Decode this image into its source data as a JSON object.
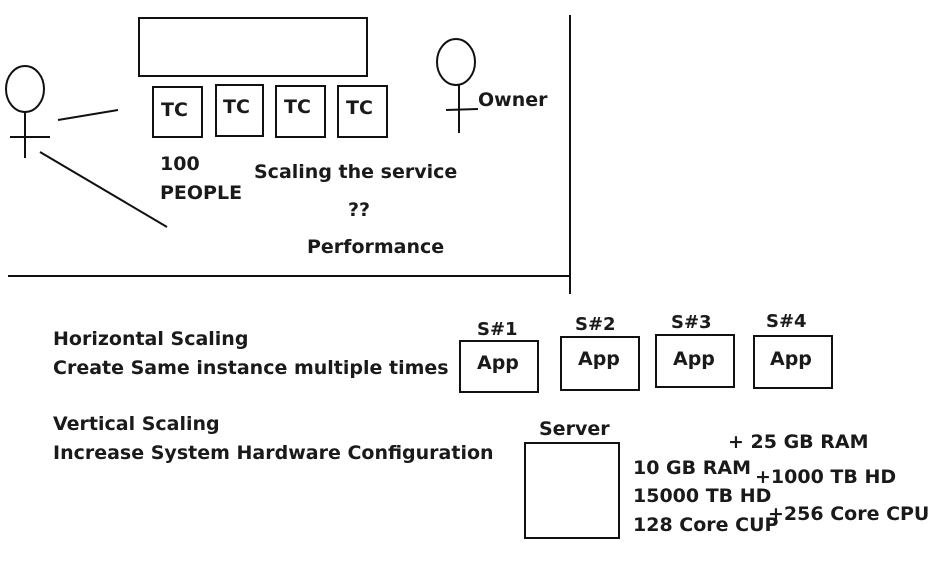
{
  "top": {
    "tc_boxes": [
      "TC",
      "TC",
      "TC",
      "TC"
    ],
    "people_count": "100",
    "people_word": "PEOPLE",
    "owner_label": "Owner",
    "scaling_text": "Scaling the service",
    "question_marks": "??",
    "performance_text": "Performance"
  },
  "bottom": {
    "horizontal_title": "Horizontal Scaling",
    "horizontal_desc": "Create Same instance multiple times",
    "vertical_title": "Vertical Scaling",
    "vertical_desc": "Increase System Hardware Configuration",
    "servers": [
      {
        "label": "S#1",
        "app": "App"
      },
      {
        "label": "S#2",
        "app": "App"
      },
      {
        "label": "S#3",
        "app": "App"
      },
      {
        "label": "S#4",
        "app": "App"
      }
    ],
    "server_title": "Server",
    "base_specs": [
      "10 GB RAM",
      "15000 TB HD",
      "128 Core CUP"
    ],
    "added_specs": [
      "+ 25 GB RAM",
      "+1000 TB HD",
      "+256 Core CPU"
    ]
  }
}
